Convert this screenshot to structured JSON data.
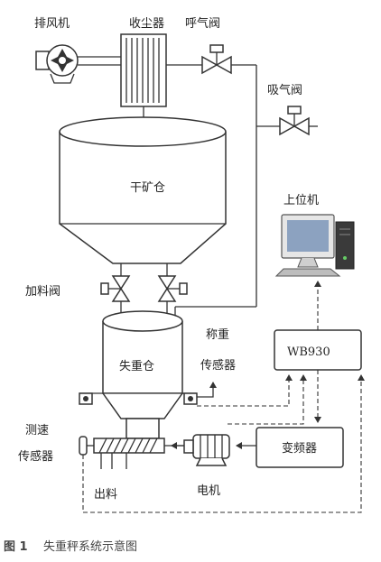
{
  "labels": {
    "exhaust_fan": "排风机",
    "dust_collector": "收尘器",
    "exhale_valve": "呼气阀",
    "inhale_valve": "吸气阀",
    "dry_ore_bin": "干矿仓",
    "host_computer": "上位机",
    "feed_valve": "加料阀",
    "controller": "WB930",
    "weighing_sensor_1": "称重",
    "weighing_sensor_2": "传感器",
    "loss_weight_bin": "失重仓",
    "speed_sensor_1": "测速",
    "speed_sensor_2": "传感器",
    "inverter": "变频器",
    "discharge": "出料",
    "motor": "电机"
  },
  "caption": {
    "number": "图 1",
    "text": "失重秤系统示意图"
  }
}
